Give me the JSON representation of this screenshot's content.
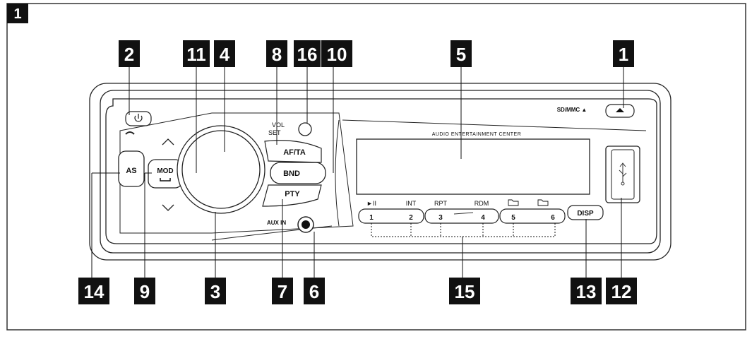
{
  "figure": {
    "label": "1"
  },
  "callouts": [
    {
      "id": "1",
      "target": "eject-button"
    },
    {
      "id": "2",
      "target": "power-button"
    },
    {
      "id": "3",
      "target": "volume-knob"
    },
    {
      "id": "4",
      "target": "volume-knob-center"
    },
    {
      "id": "5",
      "target": "display-window"
    },
    {
      "id": "6",
      "target": "aux-in-jack"
    },
    {
      "id": "7",
      "target": "pty-button"
    },
    {
      "id": "8",
      "target": "af-ta-button"
    },
    {
      "id": "9",
      "target": "mod-button"
    },
    {
      "id": "10",
      "target": "bnd-button"
    },
    {
      "id": "11",
      "target": "volume-knob-rim"
    },
    {
      "id": "12",
      "target": "usb-port"
    },
    {
      "id": "13",
      "target": "disp-button"
    },
    {
      "id": "14",
      "target": "as-button"
    },
    {
      "id": "15",
      "target": "preset-buttons"
    },
    {
      "id": "16",
      "target": "ir-sensor"
    }
  ],
  "device": {
    "sd_label": "SD/MMC ▲",
    "display_title": "AUDIO ENTERTAINMENT CENTER",
    "vol_label": "VOL",
    "set_label": "SET",
    "af_ta_label": "AF/TA",
    "bnd_label": "BND",
    "pty_label": "PTY",
    "aux_in_label": "AUX IN",
    "as_label": "AS",
    "mod_label": "MOD",
    "disp_label": "DISP",
    "power_icon": "power-icon",
    "phone_icon": "phone-icon",
    "usb_icon": "usb-icon",
    "preset_functions": [
      "►II",
      "INT",
      "RPT",
      "RDM",
      "folder-down-icon",
      "folder-up-icon"
    ],
    "preset_numbers": [
      "1",
      "2",
      "3",
      "4",
      "5",
      "6"
    ]
  }
}
